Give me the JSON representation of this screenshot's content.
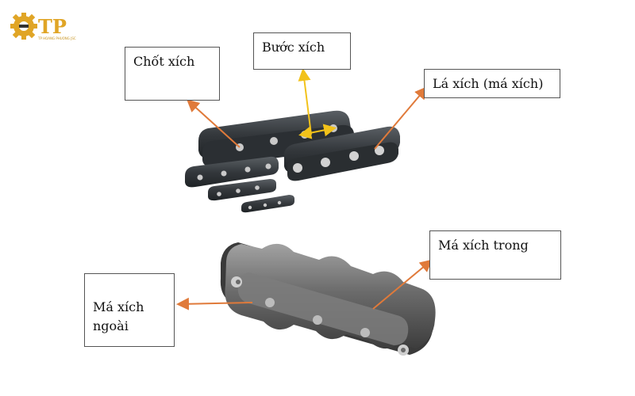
{
  "logo": {
    "letters": "TP",
    "subtext": "TP HOANG PHUONG JSC",
    "color": "#e0a526"
  },
  "labels": {
    "chot_xich": "Chốt xích",
    "buoc_xich": "Bước xích",
    "la_xich": "Lá xích (má xích)",
    "ma_xich_trong": "Má xích trong",
    "ma_xich_ngoai": "Má xích\nngoài"
  },
  "colors": {
    "arrow_orange": "#e07a3a",
    "arrow_yellow": "#f2c21a",
    "chain_dark": "#3b3f43",
    "chain_steel": "#6d6d6d"
  }
}
